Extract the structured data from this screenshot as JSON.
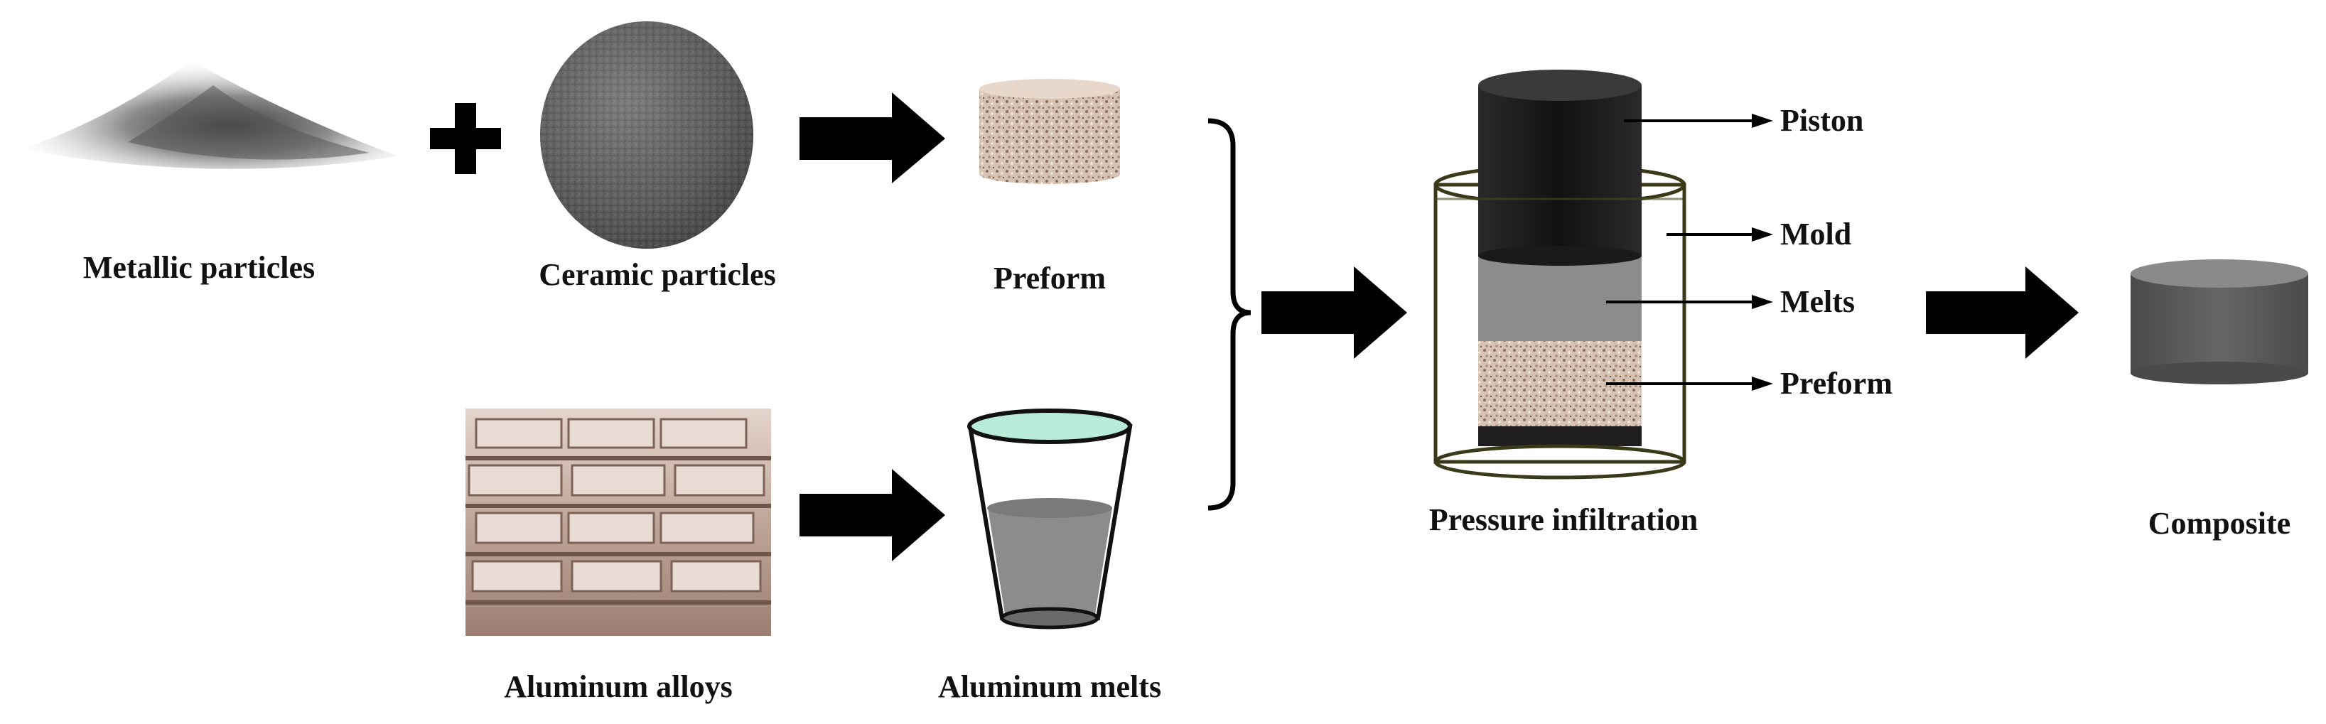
{
  "diagram": {
    "labels": {
      "metallic_particles": "Metallic particles",
      "ceramic_particles": "Ceramic particles",
      "preform": "Preform",
      "aluminum_alloys": "Aluminum alloys",
      "aluminum_melts": "Aluminum melts",
      "pressure_infiltration": "Pressure infiltration",
      "composite": "Composite"
    },
    "callouts": {
      "piston": "Piston",
      "mold": "Mold",
      "melts": "Melts",
      "preform": "Preform"
    },
    "colors": {
      "arrow": "#000000",
      "piston": "#1a1a1a",
      "melt": "#8c8c8c",
      "melt_surface": "#b8ecd8",
      "composite": "#555555",
      "aluminum": "#c9b3a6",
      "preform": "#d9c6b6",
      "mold_outline": "#3a3a1a"
    },
    "icons": {
      "plus": "plus-icon"
    }
  }
}
